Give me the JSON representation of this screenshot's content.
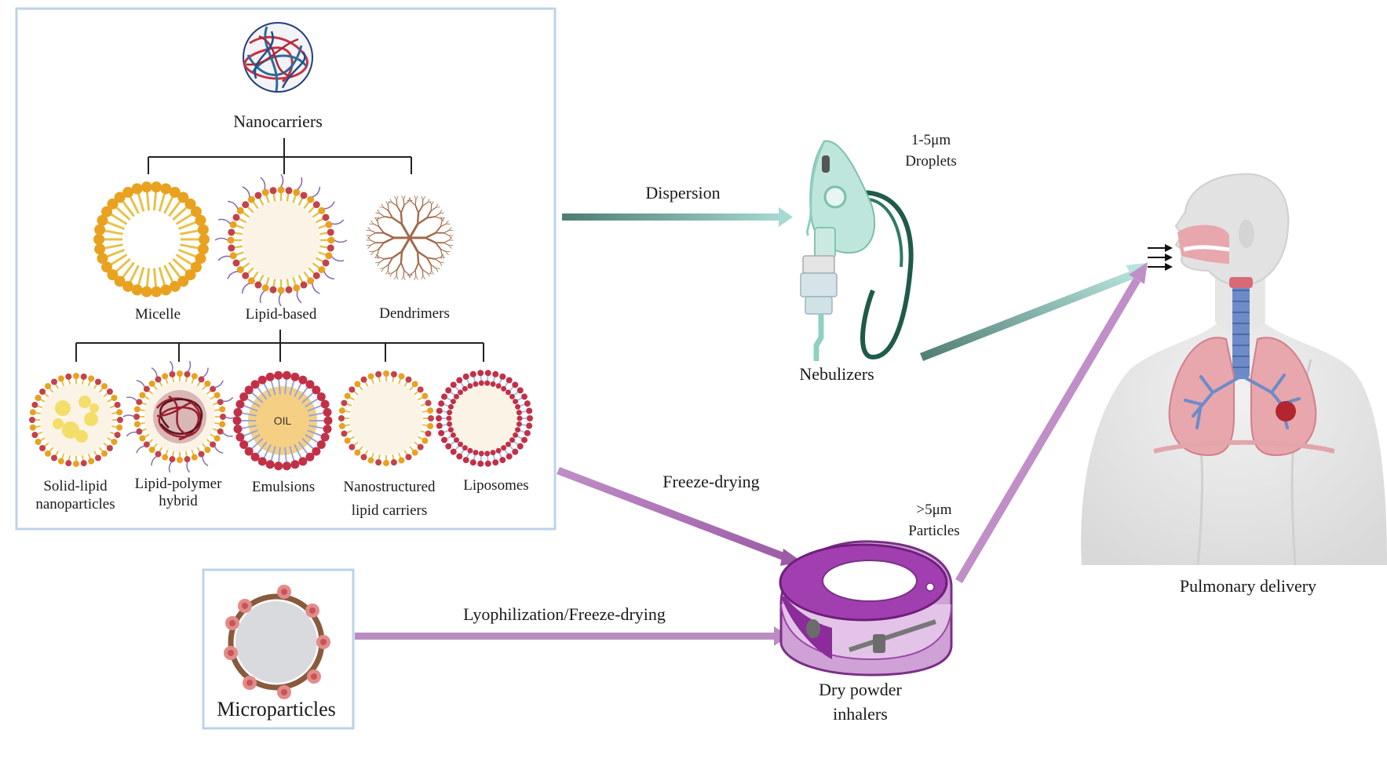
{
  "nanocarriers": {
    "title": "Nanocarriers",
    "level1": [
      "Micelle",
      "Lipid-based",
      "Dendrimers"
    ],
    "lipid_based": [
      {
        "lines": [
          "Solid-lipid",
          "nanoparticles"
        ]
      },
      {
        "lines": [
          "Lipid-polymer",
          "hybrid"
        ]
      },
      {
        "lines": [
          "Emulsions"
        ]
      },
      {
        "lines": [
          "Nanostructured",
          "lipid carriers"
        ]
      },
      {
        "lines": [
          "Liposomes"
        ]
      }
    ],
    "oil_label": "OIL"
  },
  "microparticles": {
    "label": "Microparticles"
  },
  "processes": {
    "dispersion": "Dispersion",
    "freeze_drying": "Freeze-drying",
    "lyophilization": "Lyophilization/Freeze-drying"
  },
  "devices": {
    "nebulizer": {
      "label": "Nebulizers",
      "size_lines": [
        "1-5μm",
        "Droplets"
      ]
    },
    "dpi": {
      "label_lines": [
        "Dry powder",
        "inhalers"
      ],
      "size_lines": [
        ">5μm",
        "Particles"
      ]
    }
  },
  "target": {
    "label": "Pulmonary delivery"
  },
  "colors": {
    "panel_border": "#bcd3ea",
    "teal_arrow": "#7fb8b0",
    "purple_arrow": "#b77fbf",
    "lung": "#e7a7ad",
    "trachea": "#6d8bc9"
  }
}
